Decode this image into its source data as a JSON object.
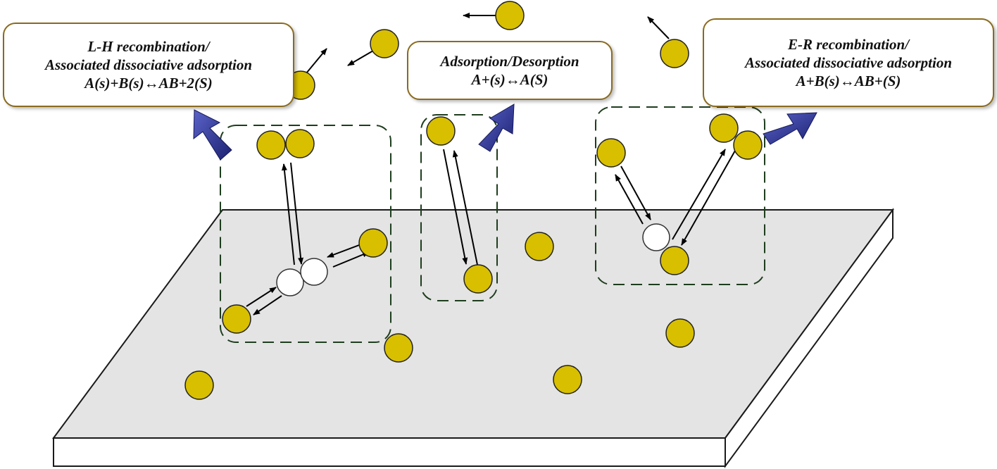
{
  "colors": {
    "particle_fill": "#d8bf00",
    "particle_stroke": "#222222",
    "site_fill": "#ffffff",
    "surface_top": "#e4e4e4",
    "surface_side": "#ffffff",
    "box_border": "#8a6a1e",
    "dash_border": "#1e3d1e",
    "big_arrow": "#2a2f86"
  },
  "labels": {
    "lh": {
      "line1": "L-H recombination/",
      "line2": "Associated dissociative adsorption",
      "line3": "A(s)+B(s)↔AB+2(S)"
    },
    "ad": {
      "line1": "Adsorption/Desorption",
      "line2": "A+(s)↔A(S)"
    },
    "er": {
      "line1": "E-R recombination/",
      "line2": "Associated dissociative adsorption",
      "line3": "A+B(s)↔AB+(S)"
    }
  }
}
